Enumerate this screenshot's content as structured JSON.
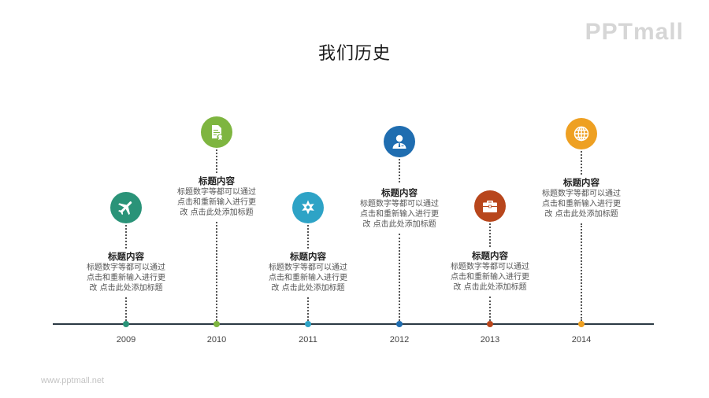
{
  "slide": {
    "title": "我们历史",
    "logo_text": "PPTmall",
    "footer_url": "www.pptmall.net",
    "axis_color": "#2b3a44"
  },
  "timeline": [
    {
      "year": "2009",
      "icon": "airplane-icon",
      "color": "#2a9378",
      "heading": "标题内容",
      "body": [
        "标题数字等都可以通过",
        "点击和重新输入进行更",
        "改 点击此处添加标题"
      ]
    },
    {
      "year": "2010",
      "icon": "document-certificate-icon",
      "color": "#7eb540",
      "heading": "标题内容",
      "body": [
        "标题数字等都可以通过",
        "点击和重新输入进行更",
        "改 点击此处添加标题"
      ]
    },
    {
      "year": "2011",
      "icon": "star-badge-icon",
      "color": "#2ea3c6",
      "heading": "标题内容",
      "body": [
        "标题数字等都可以通过",
        "点击和重新输入进行更",
        "改 点击此处添加标题"
      ]
    },
    {
      "year": "2012",
      "icon": "person-icon",
      "color": "#1f6db0",
      "heading": "标题内容",
      "body": [
        "标题数字等都可以通过",
        "点击和重新输入进行更",
        "改 点击此处添加标题"
      ]
    },
    {
      "year": "2013",
      "icon": "briefcase-icon",
      "color": "#b8461c",
      "heading": "标题内容",
      "body": [
        "标题数字等都可以通过",
        "点击和重新输入进行更",
        "改 点击此处添加标题"
      ]
    },
    {
      "year": "2014",
      "icon": "globe-icon",
      "color": "#eea022",
      "heading": "标题内容",
      "body": [
        "标题数字等都可以通过",
        "点击和重新输入进行更",
        "改 点击此处添加标题"
      ]
    }
  ]
}
